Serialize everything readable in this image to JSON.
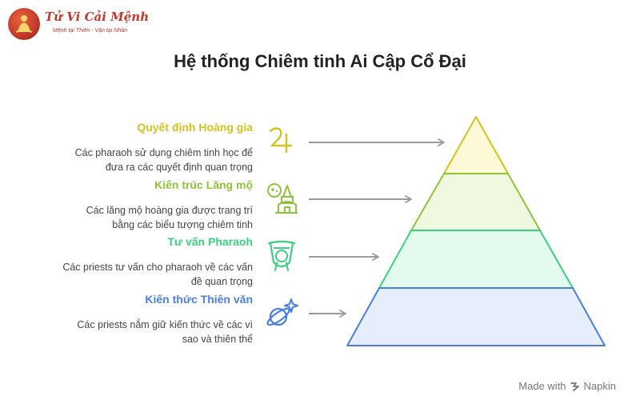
{
  "brand": {
    "name": "Tử Vi Cải Mệnh",
    "slogan": "Mệnh tại Thiên - Vận tại Nhân"
  },
  "title": "Hệ thống Chiêm tinh Ai Cập Cổ Đại",
  "levels": [
    {
      "heading": "Quyết định Hoàng gia",
      "description_lines": [
        "Các pharaoh sử dụng chiêm tinh học để",
        "đưa ra các quyết định quan trọng"
      ],
      "color": "#d4c21f",
      "fill": "#fdf9d6",
      "icon": "jupiter-symbol-icon"
    },
    {
      "heading": "Kiến trúc Lăng mộ",
      "description_lines": [
        "Các lăng mộ hoàng gia được trang trí",
        "bằng các biểu tượng chiêm tinh"
      ],
      "color": "#8dc43a",
      "fill": "#f0f9df",
      "icon": "tomb-icon"
    },
    {
      "heading": "Tư vấn Pharaoh",
      "description_lines": [
        "Các priests tư vấn cho pharaoh về các vấn",
        "đề quan trọng"
      ],
      "color": "#3ccf82",
      "fill": "#e3faee",
      "icon": "pharaoh-headdress-icon"
    },
    {
      "heading": "Kiến thức Thiên văn",
      "description_lines": [
        "Các priests nắm giữ kiến thức về các vì",
        "sao và thiên thể"
      ],
      "color": "#4a7fe0",
      "fill": "#e6edfb",
      "icon": "planet-sparkle-icon"
    }
  ],
  "footer": {
    "made_with": "Made with",
    "brand": "Napkin",
    "icon": "napkin-logo-icon"
  }
}
